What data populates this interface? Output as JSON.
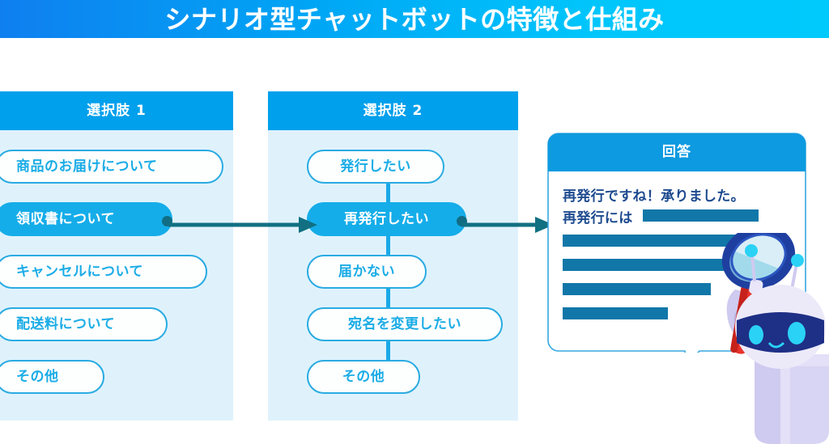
{
  "title": "シナリオ型チャットボットの特徴と仕組み",
  "theme": {
    "header_gradient_from": "#0f7ff0",
    "header_gradient_to": "#00c9fc",
    "column_header_bg": "#00a0ec",
    "column_body_bg": "#dff2fc",
    "pill_border": "#29abe2",
    "pill_text": "#1aace6",
    "pill_active_bg": "#15ade9",
    "arrow_color": "#117082",
    "answer_header_bg": "#0d9ae0",
    "answer_text": "#1d4a8f",
    "redact_bar": "#1177a8"
  },
  "columns": [
    {
      "id": "choice-1",
      "header": "選択肢 1",
      "options": [
        {
          "label": "商品のお届けについて",
          "active": false
        },
        {
          "label": "領収書について",
          "active": true
        },
        {
          "label": "キャンセルについて",
          "active": false
        },
        {
          "label": "配送料について",
          "active": false
        },
        {
          "label": "その他",
          "active": false
        }
      ]
    },
    {
      "id": "choice-2",
      "header": "選択肢 2",
      "options": [
        {
          "label": "発行したい",
          "active": false
        },
        {
          "label": "再発行したい",
          "active": true
        },
        {
          "label": "届かない",
          "active": false
        },
        {
          "label": "宛名を変更したい",
          "active": false
        },
        {
          "label": "その他",
          "active": false
        }
      ]
    }
  ],
  "answer": {
    "header": "回答",
    "line1": "再発行ですね！承りました。",
    "line2": "再発行には",
    "redacted_bars": 5
  },
  "icons": {
    "arrow_1": "arrow-right-icon",
    "arrow_2": "arrow-right-icon",
    "robot": "robot-icon",
    "magnifier": "magnifier-icon"
  }
}
